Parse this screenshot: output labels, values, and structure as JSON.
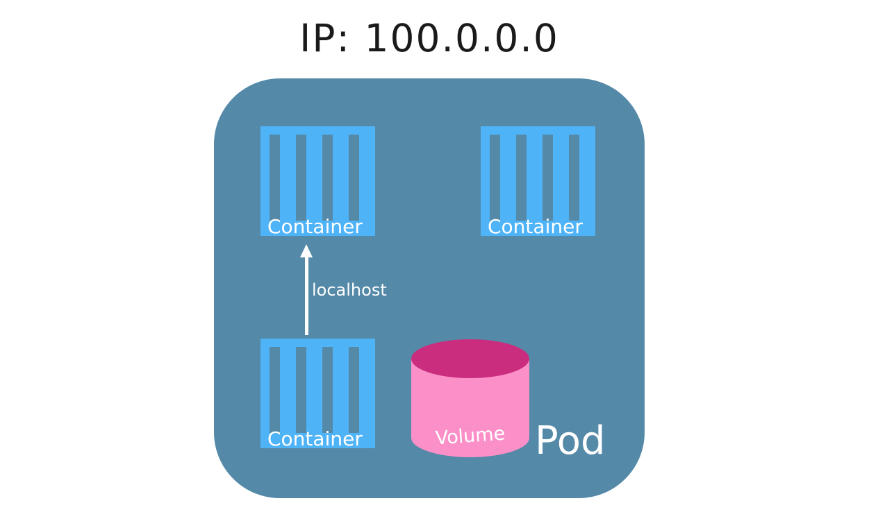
{
  "title": "IP: 100.0.0.0",
  "pod": {
    "label": "Pod",
    "containers": [
      {
        "label": "Container"
      },
      {
        "label": "Container"
      },
      {
        "label": "Container"
      }
    ],
    "arrow": {
      "label": "localhost"
    },
    "volume": {
      "label": "Volume"
    }
  },
  "colors": {
    "page-bg": "#ffffff",
    "pod-bg": "#5589a8",
    "container-blue": "#4fb3f7",
    "volume-body": "#fb90c8",
    "volume-top": "#ca2c7e",
    "title-color": "#1a1a1a",
    "label-white": "#ffffff"
  }
}
